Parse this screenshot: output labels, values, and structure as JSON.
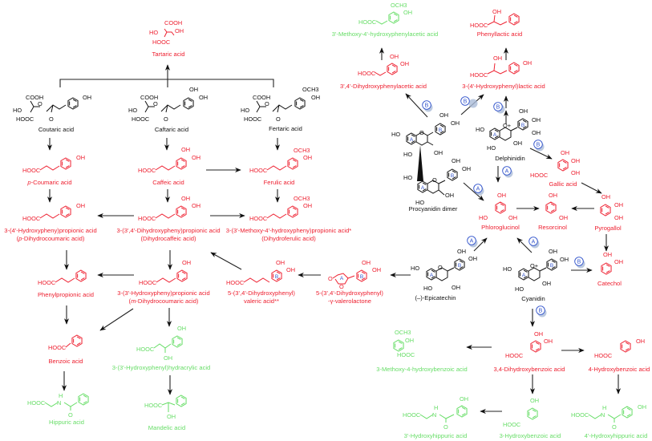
{
  "colors": {
    "detected_red": "#ee2030",
    "detected_green": "#66dd66",
    "parent_black": "#111111",
    "pathway_label_blue": "#3355cc"
  },
  "compounds": {
    "tartaric": {
      "name": "Tartaric acid",
      "groups": [
        "COOH",
        "HO",
        "OH",
        "HOOC"
      ],
      "color": "red"
    },
    "coutaric": {
      "name": "Coutaric acid",
      "groups": [
        "COOH",
        "HO",
        "HOOC",
        "O",
        "OH"
      ],
      "color": "black"
    },
    "caftaric": {
      "name": "Caftaric acid",
      "groups": [
        "COOH",
        "HO",
        "HOOC",
        "O",
        "OH",
        "OH"
      ],
      "color": "black"
    },
    "fertaric": {
      "name": "Fertaric acid",
      "groups": [
        "COOH",
        "HO",
        "HOOC",
        "O",
        "OCH3",
        "OH"
      ],
      "color": "black"
    },
    "p_coumaric": {
      "name": "p-Coumaric acid",
      "italic_prefix": "p",
      "groups": [
        "HOOC",
        "OH"
      ],
      "color": "red"
    },
    "caffeic": {
      "name": "Caffeic acid",
      "groups": [
        "HOOC",
        "OH",
        "OH"
      ],
      "color": "red"
    },
    "ferulic": {
      "name": "Ferulic acid",
      "groups": [
        "HOOC",
        "OCH3",
        "OH"
      ],
      "color": "red"
    },
    "hpp_propionic": {
      "name": "3-(4'-Hydroxypheny)propionic acid",
      "name2": "(p-Dihydrocoumaric acid)",
      "groups": [
        "HOOC",
        "OH"
      ],
      "color": "red"
    },
    "dihydrocaffeic": {
      "name": "3-(3',4'-Dihydroxypheny)propionic acid",
      "name2": "(Dihydrocaffeic acid)",
      "groups": [
        "HOOC",
        "OH",
        "OH"
      ],
      "color": "red"
    },
    "dihydroferulic": {
      "name": "3-(3'-Methoxy-4'-hydroxypheny)propionic acid*",
      "name2": "(Dihydroferulic acid)",
      "groups": [
        "HOOC",
        "OCH3",
        "OH"
      ],
      "color": "red"
    },
    "phenylpropionic": {
      "name": "Phenylpropionic acid",
      "groups": [
        "HOOC"
      ],
      "color": "red"
    },
    "m_dihydrocoumaric": {
      "name": "3-(3'-Hydroxypheny)propionic acid",
      "name2": "(m-Dihydrocoumaric acid)",
      "groups": [
        "HOOC",
        "OH"
      ],
      "color": "red"
    },
    "valeric": {
      "name": "5-(3',4'-Dihydroxyphenyl)",
      "name2": "valeric acid**",
      "groups": [
        "HOOC",
        "OH",
        "OH"
      ],
      "ring_tag": "B",
      "color": "red"
    },
    "valerolactone": {
      "name": "5-(3',4'-Dihydroxyphenyl)",
      "name2": "-γ-valerolactone",
      "groups": [
        "O",
        "O",
        "OH",
        "OH"
      ],
      "ring_tags": [
        "A",
        "B"
      ],
      "color": "red"
    },
    "benzoic": {
      "name": "Benzoic acid",
      "groups": [
        "HOOC"
      ],
      "color": "red"
    },
    "hydracrylic": {
      "name": "3-(3'-Hydroxyphenyl)hydracrylic acid",
      "groups": [
        "HOOC",
        "OH",
        "OH"
      ],
      "color": "green"
    },
    "hippuric": {
      "name": "Hippuric acid",
      "groups": [
        "HOOC",
        "H",
        "N",
        "O"
      ],
      "color": "green"
    },
    "mandelic": {
      "name": "Mandelic acid",
      "groups": [
        "HOOC",
        "OH"
      ],
      "color": "green"
    },
    "methoxy_phenylacetic": {
      "name": "3'-Methoxy-4'-hydroxyphenylacetic acid",
      "groups": [
        "OCH3",
        "OH",
        "HOOC"
      ],
      "color": "green"
    },
    "dihydroxyphenylacetic": {
      "name": "3',4'-Dihydroxyphenylacetic acid",
      "groups": [
        "OH",
        "OH",
        "HOOC"
      ],
      "color": "red"
    },
    "phenyllactic": {
      "name": "Phenyllactic acid",
      "groups": [
        "OH",
        "HOOC"
      ],
      "color": "red"
    },
    "hydroxyphenyllactic": {
      "name": "3-(4'-Hydroxyphenyl)lactic acid",
      "groups": [
        "OH",
        "HOOC",
        "OH"
      ],
      "color": "red"
    },
    "procyanidin": {
      "name": "Procyanidin dimer",
      "groups": [
        "HO",
        "HO",
        "O",
        "OH",
        "OH",
        "OH",
        "HO",
        "HO",
        "O",
        "OH",
        "OH",
        "OH"
      ],
      "ring_tags": [
        "A",
        "B",
        "A",
        "B"
      ],
      "color": "black"
    },
    "delphinidin": {
      "name": "Delphinidin",
      "groups": [
        "HO",
        "O+",
        "OH",
        "OH",
        "OH",
        "OH",
        "HO"
      ],
      "ring_tags": [
        "A",
        "B"
      ],
      "color": "black"
    },
    "gallic": {
      "name": "Gallic acid",
      "groups": [
        "OH",
        "OH",
        "HOOC",
        "OH"
      ],
      "color": "red"
    },
    "phloroglucinol": {
      "name": "Phloroglucinol",
      "groups": [
        "OH",
        "HO",
        "OH"
      ],
      "color": "red"
    },
    "resorcinol": {
      "name": "Resorcinol",
      "groups": [
        "OH",
        "OH"
      ],
      "color": "red"
    },
    "pyrogallol": {
      "name": "Pyrogallol",
      "groups": [
        "OH",
        "OH",
        "OH"
      ],
      "color": "red"
    },
    "catechol": {
      "name": "Catechol",
      "groups": [
        "OH",
        "OH"
      ],
      "color": "red"
    },
    "epicatechin": {
      "name": "(–)-Epicatechin",
      "groups": [
        "HO",
        "O",
        "OH",
        "OH",
        "HO",
        "OH"
      ],
      "ring_tags": [
        "A",
        "B"
      ],
      "color": "black"
    },
    "cyanidin": {
      "name": "Cyanidin",
      "groups": [
        "HO",
        "O+",
        "OH",
        "OH",
        "HO",
        "OH"
      ],
      "ring_tags": [
        "A",
        "B"
      ],
      "color": "black"
    },
    "methoxy_hydroxybenzoic": {
      "name": "3-Methoxy-4-hydroxybenzoic acid",
      "groups": [
        "OCH3",
        "OH",
        "HOOC"
      ],
      "color": "green"
    },
    "dihydroxybenzoic": {
      "name": "3,4-Dihydroxybenzoic acid",
      "groups": [
        "OH",
        "OH",
        "HOOC"
      ],
      "color": "red"
    },
    "hydroxybenzoic4": {
      "name": "4-Hydroxybenzoic acid",
      "groups": [
        "OH",
        "HOOC"
      ],
      "color": "red"
    },
    "hydroxyhippuric3": {
      "name": "3'-Hydroxyhippuric acid",
      "groups": [
        "OH",
        "HOOC",
        "H",
        "N",
        "O"
      ],
      "color": "green"
    },
    "hydroxybenzoic3": {
      "name": "3-Hydroxybenzoic acid",
      "groups": [
        "OH",
        "HOOC"
      ],
      "color": "green"
    },
    "hydroxyhippuric4": {
      "name": "4'-Hydroxyhippuric acid",
      "groups": [
        "OH",
        "HOOC",
        "H",
        "N",
        "O"
      ],
      "color": "green"
    }
  },
  "pathway_labels": [
    "A",
    "B"
  ],
  "edges": [
    {
      "from": "coutaric",
      "to": "tartaric"
    },
    {
      "from": "caftaric",
      "to": "tartaric"
    },
    {
      "from": "fertaric",
      "to": "tartaric"
    },
    {
      "from": "coutaric",
      "to": "p_coumaric"
    },
    {
      "from": "caftaric",
      "to": "caffeic"
    },
    {
      "from": "fertaric",
      "to": "ferulic"
    },
    {
      "from": "caffeic",
      "to": "ferulic"
    },
    {
      "from": "p_coumaric",
      "to": "hpp_propionic"
    },
    {
      "from": "caffeic",
      "to": "dihydrocaffeic"
    },
    {
      "from": "ferulic",
      "to": "dihydroferulic"
    },
    {
      "from": "dihydrocaffeic",
      "to": "hpp_propionic"
    },
    {
      "from": "dihydrocaffeic",
      "to": "dihydroferulic"
    },
    {
      "from": "hpp_propionic",
      "to": "phenylpropionic"
    },
    {
      "from": "dihydrocaffeic",
      "to": "m_dihydrocoumaric"
    },
    {
      "from": "m_dihydrocoumaric",
      "to": "phenylpropionic"
    },
    {
      "from": "valeric",
      "to": "dihydrocaffeic"
    },
    {
      "from": "valerolactone",
      "to": "valeric"
    },
    {
      "from": "epicatechin",
      "to": "valerolactone"
    },
    {
      "from": "phenylpropionic",
      "to": "benzoic"
    },
    {
      "from": "m_dihydrocoumaric",
      "to": "benzoic"
    },
    {
      "from": "m_dihydrocoumaric",
      "to": "hydracrylic"
    },
    {
      "from": "benzoic",
      "to": "hippuric"
    },
    {
      "from": "hydracrylic",
      "to": "mandelic"
    },
    {
      "from": "dihydroxyphenylacetic",
      "to": "methoxy_phenylacetic"
    },
    {
      "from": "hydroxyphenyllactic",
      "to": "phenyllactic"
    },
    {
      "from": "procyanidin",
      "to": "dihydroxyphenylacetic",
      "pathway": "B"
    },
    {
      "from": "procyanidin",
      "to": "hydroxyphenyllactic",
      "pathway": "B"
    },
    {
      "from": "delphinidin",
      "to": "hydroxyphenyllactic",
      "pathway": "B"
    },
    {
      "from": "delphinidin",
      "to": "gallic",
      "pathway": "B"
    },
    {
      "from": "delphinidin",
      "to": "phloroglucinol",
      "pathway": "A"
    },
    {
      "from": "procyanidin",
      "to": "phloroglucinol",
      "pathway": "A"
    },
    {
      "from": "gallic",
      "to": "pyrogallol"
    },
    {
      "from": "phloroglucinol",
      "to": "resorcinol"
    },
    {
      "from": "pyrogallol",
      "to": "resorcinol"
    },
    {
      "from": "pyrogallol",
      "to": "catechol"
    },
    {
      "from": "epicatechin",
      "to": "phloroglucinol",
      "pathway": "A"
    },
    {
      "from": "cyanidin",
      "to": "phloroglucinol",
      "pathway": "A"
    },
    {
      "from": "cyanidin",
      "to": "catechol",
      "pathway": "B"
    },
    {
      "from": "cyanidin",
      "to": "dihydroxybenzoic",
      "pathway": "B"
    },
    {
      "from": "dihydroxybenzoic",
      "to": "methoxy_hydroxybenzoic"
    },
    {
      "from": "dihydroxybenzoic",
      "to": "hydroxybenzoic4"
    },
    {
      "from": "dihydroxybenzoic",
      "to": "hydroxybenzoic3"
    },
    {
      "from": "hydroxybenzoic3",
      "to": "hydroxyhippuric3"
    },
    {
      "from": "hydroxybenzoic4",
      "to": "hydroxyhippuric4"
    }
  ]
}
